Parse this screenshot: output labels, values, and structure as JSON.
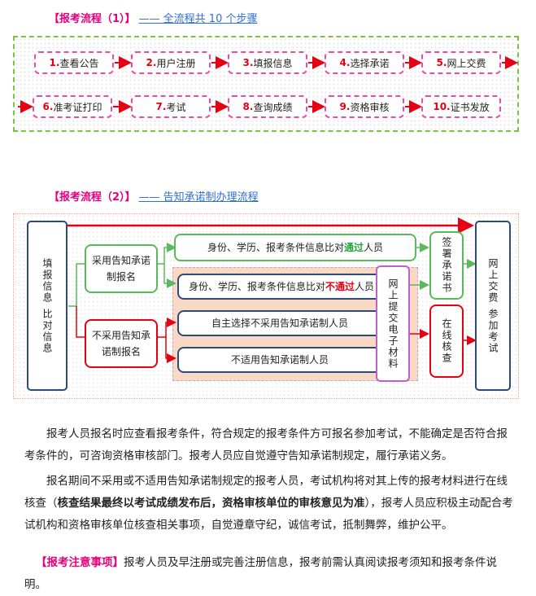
{
  "section1": {
    "tag": "【报考流程（1）】",
    "subtitle": "—— 全流程共 10 个步骤",
    "steps": [
      {
        "num": "1.",
        "label": "查看公告"
      },
      {
        "num": "2.",
        "label": "用户注册"
      },
      {
        "num": "3.",
        "label": "填报信息"
      },
      {
        "num": "4.",
        "label": "选择承诺"
      },
      {
        "num": "5.",
        "label": "网上交费"
      },
      {
        "num": "6.",
        "label": "准考证打印"
      },
      {
        "num": "7.",
        "label": "考试"
      },
      {
        "num": "8.",
        "label": "查询成绩"
      },
      {
        "num": "9.",
        "label": "资格审核"
      },
      {
        "num": "10.",
        "label": "证书发放"
      }
    ]
  },
  "section2": {
    "tag": "【报考流程（2）】",
    "subtitle": "—— 告知承诺制办理流程",
    "start": "填报信息 比对信息",
    "adopt": "采用告知承诺制报名",
    "not_adopt": "不采用告知承诺制报名",
    "pass_pre": "身份、学历、报考条件信息比对",
    "pass_kw": "通过",
    "pass_post": "人员",
    "fail_pre": "身份、学历、报考条件信息比对",
    "fail_kw": "不通过",
    "fail_post": "人员",
    "self_choose": "自主选择不采用告知承诺制人员",
    "not_applicable": "不适用告知承诺制人员",
    "upload": "网上提交电子材料",
    "sign": "签署承诺书",
    "online_check": "在线核查",
    "end": "网上交费 参加考试"
  },
  "colors": {
    "pink": "#e6007e",
    "red": "#e60012",
    "green": "#5cb85c",
    "blue_frame": "#2c4a7a",
    "purple": "#c060d0"
  },
  "text": {
    "p1": "报考人员报名时应查看报考条件，符合规定的报考条件方可报名参加考试，不能确定是否符合报考条件的，可咨询资格审核部门。报考人员应自觉遵守告知承诺制规定，履行承诺义务。",
    "p2_a": "报名期间不采用或不适用告知承诺制规定的报考人员，考试机构将对其上传的报考材料进行在线核查（",
    "p2_bold": "核查结果最终以考试成绩发布后，资格审核单位的审核意见为准",
    "p2_b": "），报考人员应积极主动配合考试机构和资格审核单位核查相关事项，自觉遵章守纪，诚信考试，抵制舞弊，维护公平。",
    "notice_tag": "【报考注意事项】",
    "notice": "报考人员及早注册或完善注册信息，报考前需认真阅读报考须知和报考条件说明。"
  }
}
